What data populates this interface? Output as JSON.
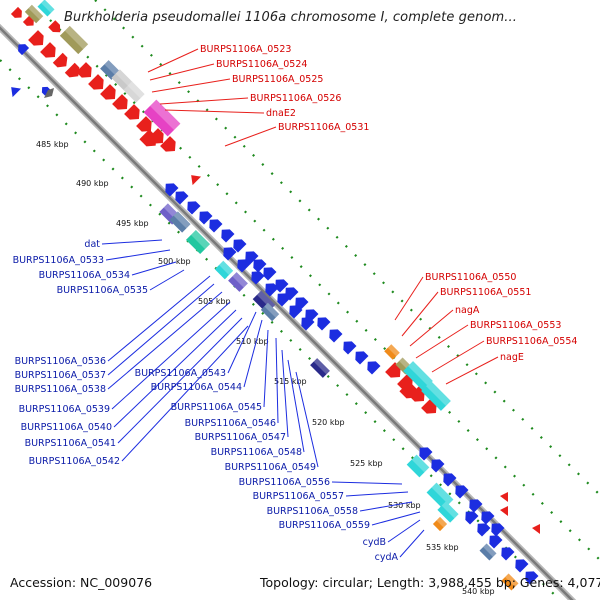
{
  "title": "Burkholderia pseudomallei 1106a chromosome I, complete genom...",
  "footer": {
    "accession": "Accession: NC_009076",
    "summary": "Topology: circular; Length: 3,988,455 bp; Genes: 4,077"
  },
  "scale_labels": [
    "485 kbp",
    "490 kbp",
    "495 kbp",
    "500 kbp",
    "505 kbp",
    "510 kbp",
    "515 kbp",
    "520 kbp",
    "525 kbp",
    "530 kbp",
    "535 kbp",
    "540 kbp"
  ],
  "top_strand_labels": [
    "BURPS1106A_0523",
    "BURPS1106A_0524",
    "BURPS1106A_0525",
    "BURPS1106A_0526",
    "dnaE2",
    "BURPS1106A_0531",
    "BURPS1106A_0550",
    "BURPS1106A_0551",
    "nagA",
    "BURPS1106A_0553",
    "BURPS1106A_0554",
    "nagE"
  ],
  "bottom_strand_labels": [
    "dat",
    "BURPS1106A_0533",
    "BURPS1106A_0534",
    "BURPS1106A_0535",
    "BURPS1106A_0536",
    "BURPS1106A_0537",
    "BURPS1106A_0538",
    "BURPS1106A_0539",
    "BURPS1106A_0540",
    "BURPS1106A_0541",
    "BURPS1106A_0542",
    "BURPS1106A_0543",
    "BURPS1106A_0544",
    "BURPS1106A_0545",
    "BURPS1106A_0546",
    "BURPS1106A_0547",
    "BURPS1106A_0548",
    "BURPS1106A_0549",
    "BURPS1106A_0556",
    "BURPS1106A_0557",
    "BURPS1106A_0558",
    "BURPS1106A_0559",
    "cydB",
    "cydA"
  ],
  "colors": {
    "forward_gene": "#e8201c",
    "reverse_gene": "#1c2de0",
    "backbone": "#8c8c8c",
    "gc_skew_marks": "#1e8a1e",
    "accent_cyan": "#2fd6d9",
    "accent_magenta": "#e642c4",
    "accent_olive": "#a09a5a",
    "accent_teal": "#21c7a0",
    "accent_orange": "#f08b1a",
    "accent_slate": "#5a7da8",
    "accent_violet": "#6e5fc8"
  }
}
